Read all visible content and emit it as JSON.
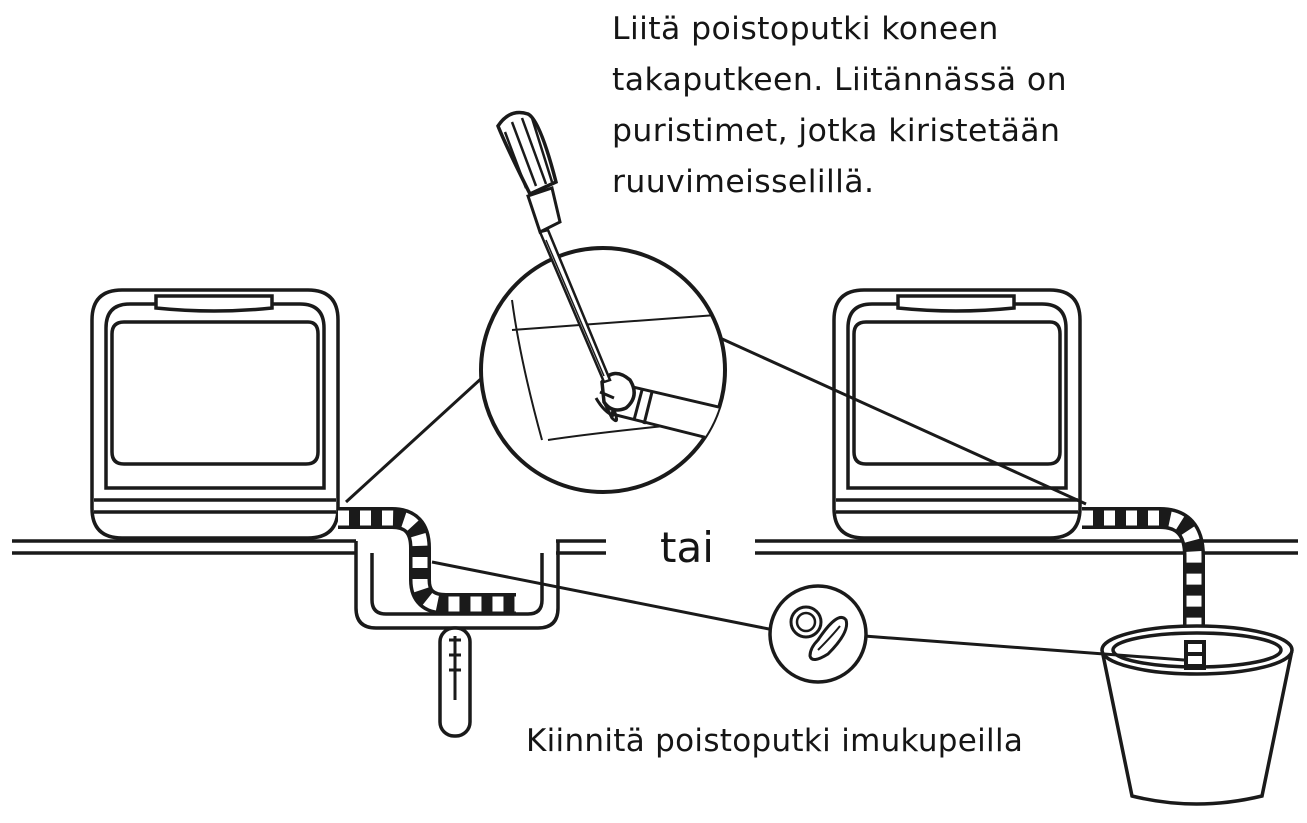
{
  "diagram": {
    "instruction_top": [
      "Liitä poistoputki koneen",
      "takaputkeen. Liitännässä on",
      "puristimet, jotka kiristetään",
      "ruuvimeisselillä."
    ],
    "separator": "tai",
    "instruction_bottom": "Kiinnitä poistoputki imukupeilla"
  },
  "colors": {
    "ink": "#1a1a1a",
    "background": "#ffffff"
  },
  "icons": {
    "left_machine": "dishwasher-icon",
    "right_machine": "dishwasher-icon",
    "zoom": "screwdriver-clamp-detail",
    "suction": "suction-cup-icon",
    "bucket": "bucket-icon",
    "sink": "sink-icon"
  }
}
